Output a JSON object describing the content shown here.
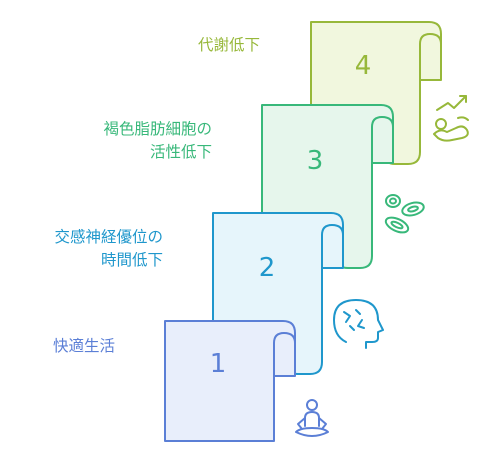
{
  "steps": [
    {
      "number": "1",
      "label_lines": [
        "快適生活"
      ],
      "color": "#5b7fd6",
      "fill": "#e8eefb",
      "icon": "meditation-person-icon"
    },
    {
      "number": "2",
      "label_lines": [
        "交感神経優位の",
        "時間低下"
      ],
      "color": "#1f97cc",
      "fill": "#e6f5fb",
      "icon": "head-with-stress-icon"
    },
    {
      "number": "3",
      "label_lines": [
        "褐色脂肪細胞の",
        "活性低下"
      ],
      "color": "#38b87a",
      "fill": "#e6f6ec",
      "icon": "fat-cells-icon"
    },
    {
      "number": "4",
      "label_lines": [
        "代謝低下"
      ],
      "color": "#97b83a",
      "fill": "#f1f7de",
      "icon": "metabolism-trend-icon"
    }
  ]
}
